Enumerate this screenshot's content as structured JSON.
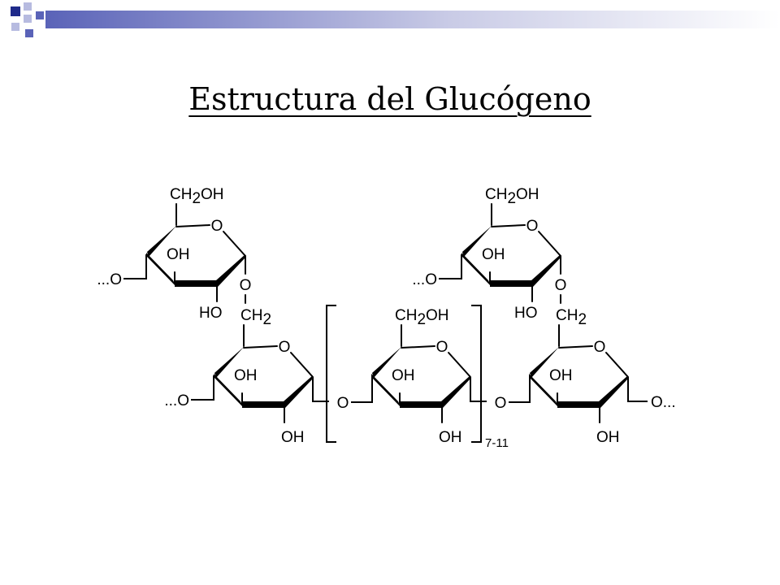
{
  "slide": {
    "title": "Estructura del Glucógeno",
    "accent_colors": [
      "#1f2a8a",
      "#5a63b8",
      "#b7bbe0"
    ]
  },
  "labels": {
    "ch2oh_ch": "CH",
    "ch2oh_sub": "2",
    "ch2oh_tail": "OH",
    "ch2_ch": "CH",
    "ch2_sub": "2",
    "ring_o": "O",
    "link_o": "O",
    "oh": "OH",
    "ho": "HO",
    "left_end": "...O",
    "right_end": "O...",
    "repeat_count": "7-11"
  }
}
